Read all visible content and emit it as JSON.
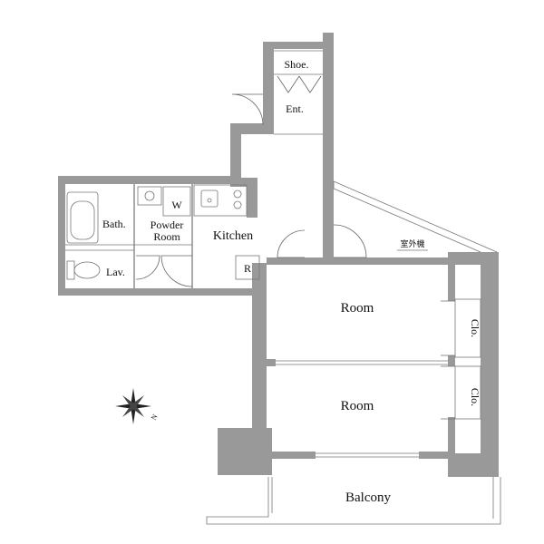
{
  "rooms": {
    "shoe": "Shoe.",
    "entrance": "Ent.",
    "bath": "Bath.",
    "washer": "W",
    "powder_room_line1": "Powder",
    "powder_room_line2": "Room",
    "kitchen": "Kitchen",
    "refrigerator": "R",
    "lavatory": "Lav.",
    "room_upper": "Room",
    "room_lower": "Room",
    "closet_upper": "Clo.",
    "closet_lower": "Clo.",
    "outdoor_unit": "室外機",
    "balcony": "Balcony"
  },
  "compass": {
    "north_label": "N"
  },
  "colors": {
    "wall": "#999999",
    "line": "#555555",
    "background": "#ffffff"
  }
}
